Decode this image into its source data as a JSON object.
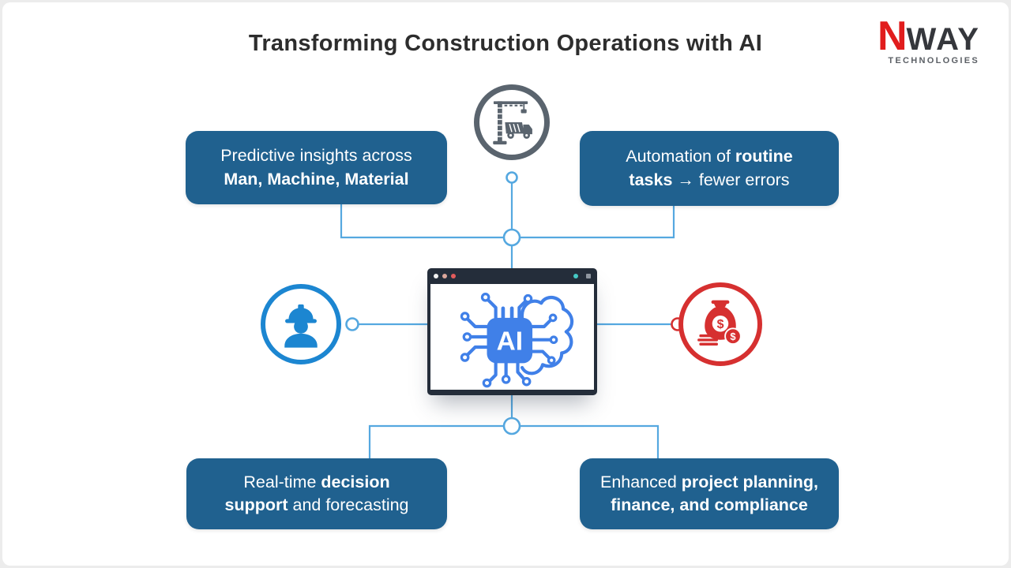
{
  "page": {
    "title": "Transforming Construction Operations with AI"
  },
  "logo": {
    "mark": "N",
    "name": "WAY",
    "tagline": "TECHNOLOGIES"
  },
  "center": {
    "chip_label": "AI"
  },
  "currency_symbol": "$",
  "icons": {
    "top": "crane-and-dump-truck",
    "left": "construction-worker",
    "right": "money-bag-dollar"
  },
  "cards": {
    "top_left": {
      "segments": [
        {
          "text": "Predictive insights across",
          "bold": false
        },
        {
          "br": true
        },
        {
          "text": "Man, Machine, Material",
          "bold": true
        }
      ]
    },
    "top_right": {
      "segments": [
        {
          "text": "Automation of ",
          "bold": false
        },
        {
          "text": "routine",
          "bold": true
        },
        {
          "br": true
        },
        {
          "text": "tasks",
          "bold": true
        },
        {
          "text": " → fewer errors",
          "bold": false
        }
      ]
    },
    "bottom_left": {
      "segments": [
        {
          "text": "Real-time ",
          "bold": false
        },
        {
          "text": "decision",
          "bold": true
        },
        {
          "br": true
        },
        {
          "text": "support",
          "bold": true
        },
        {
          "text": " and forecasting",
          "bold": false
        }
      ]
    },
    "bottom_right": {
      "segments": [
        {
          "text": "Enhanced ",
          "bold": false
        },
        {
          "text": "project planning,",
          "bold": true
        },
        {
          "br": true
        },
        {
          "text": "finance, and compliance",
          "bold": true
        }
      ]
    }
  },
  "colors": {
    "card_bg": "#20618f",
    "connector_blue": "#55a8e0",
    "icon_gray": "#5a646e",
    "icon_blue": "#1c86d1",
    "icon_red": "#d63030",
    "chip_blue": "#4080e8",
    "logo_red": "#e11d1d",
    "title_text": "#2d2d2d"
  }
}
